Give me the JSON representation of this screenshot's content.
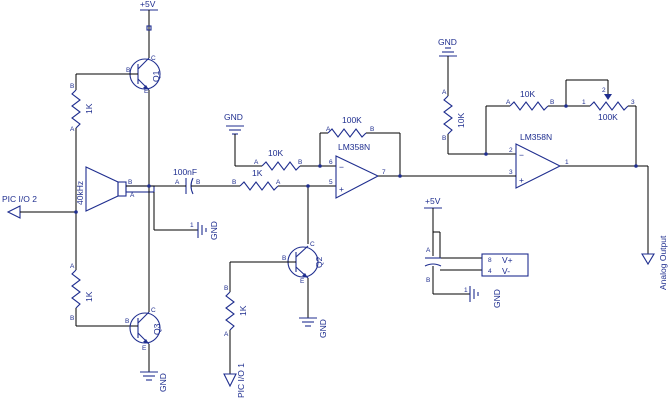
{
  "labels": {
    "vcc_top": "+5V",
    "gnd_top": "GND",
    "gnd_mid": "GND",
    "gnd_q2": "GND",
    "gnd_q3": "GND",
    "gnd_c2": "GND",
    "gnd_right": "GND",
    "vcc_right": "+5V",
    "q1": "Q1",
    "q2": "Q2",
    "q3": "Q3",
    "r1k_top": "1K",
    "r1k_bot": "1K",
    "r1k_mid": "1K",
    "r1k_q2": "1K",
    "r10k_a": "10K",
    "r100k_a": "100K",
    "r10k_b": "10K",
    "r10k_c": "10K",
    "pot": "100K",
    "cap": "100nF",
    "xducer": "40kHz",
    "opamp1": "LM358N",
    "opamp2": "LM358N",
    "pic2": "PIC I/O 2",
    "pic1": "PIC I/O 1",
    "aout": "Analog Output",
    "vplus": "V+",
    "vminus": "V-"
  },
  "pins": {
    "a": "A",
    "b": "B",
    "c": "C",
    "e": "E",
    "p1": "1",
    "p2": "2",
    "p3": "3",
    "p4": "4",
    "p5": "5",
    "p6": "6",
    "p7": "7",
    "p8": "8",
    "minus": "−",
    "plus": "+"
  }
}
